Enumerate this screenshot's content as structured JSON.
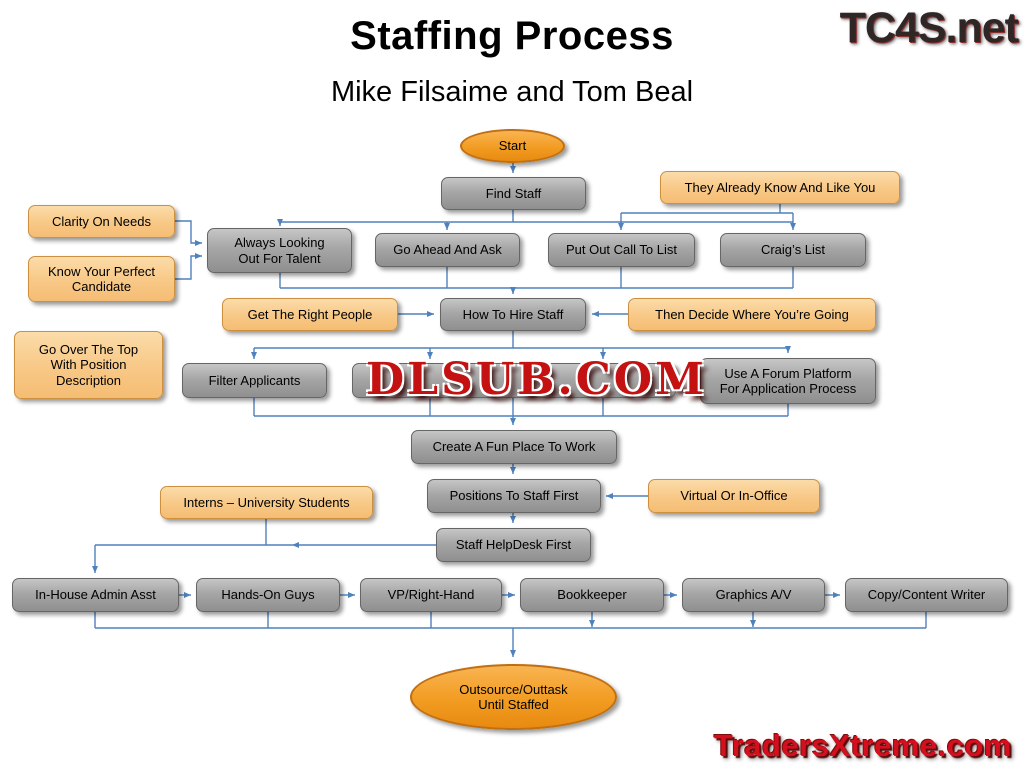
{
  "header": {
    "title": "Staffing Process",
    "subtitle": "Mike Filsaime and Tom Beal"
  },
  "watermarks": {
    "top_right": "TC4S.net",
    "center": "DLSUB.COM",
    "bottom_right": "TradersXtreme.com"
  },
  "nodes": {
    "start": "Start",
    "find_staff": "Find Staff",
    "they_know": "They Already Know And Like You",
    "clarity": "Clarity On Needs",
    "know_perfect": "Know Your Perfect\nCandidate",
    "always_looking": "Always Looking\nOut For Talent",
    "go_ahead": "Go Ahead And Ask",
    "put_out_call": "Put Out Call To List",
    "craigs_list": "Craig’s List",
    "get_right_people": "Get The Right People",
    "how_to_hire": "How To Hire Staff",
    "then_decide": "Then Decide Where You’re Going",
    "go_over_top": "Go Over The Top\nWith Position\nDescription",
    "filter_applicants": "Filter Applicants",
    "covered": "",
    "forum_platform": "Use A Forum Platform\nFor Application Process",
    "fun_place": "Create A Fun Place To Work",
    "positions_first": "Positions To Staff First",
    "virtual_office": "Virtual Or In-Office",
    "interns": "Interns – University Students",
    "helpdesk": "Staff HelpDesk First",
    "admin_asst": "In-House Admin Asst",
    "hands_on": "Hands-On Guys",
    "vp_right_hand": "VP/Right-Hand",
    "bookkeeper": "Bookkeeper",
    "graphics_av": "Graphics A/V",
    "copy_writer": "Copy/Content Writer",
    "outsource": "Outsource/Outtask\nUntil Staffed"
  }
}
